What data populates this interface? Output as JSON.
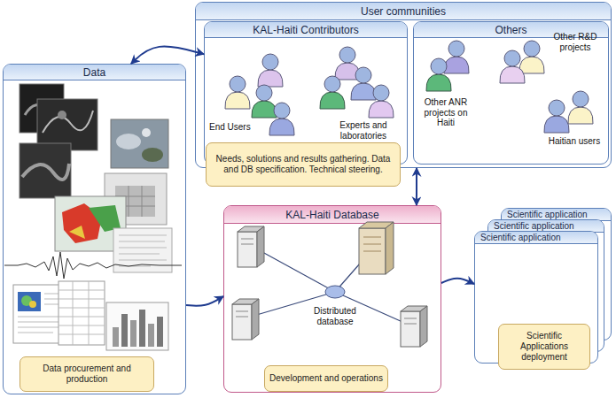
{
  "diagram": {
    "nodes": [
      {
        "text": [
          "User communities"
        ]
      },
      {
        "text": [
          "KAL-Haiti Contributors"
        ],
        "in": 0
      },
      {
        "text": [
          "Needs, solutions and results gathering. Data and DB specification. Technical steering."
        ],
        "in": 1
      },
      {
        "text": [
          "Others"
        ],
        "in": 0
      },
      {
        "text": [
          "Data"
        ]
      },
      {
        "text": [
          "Data procurement and production"
        ],
        "in": 4
      },
      {
        "text": [
          "KAL-Haiti Database"
        ]
      },
      {
        "text": [
          "Development and operations"
        ],
        "in": 6
      },
      {
        "text": [
          "Scientific application"
        ]
      },
      {
        "text": [
          "Scientific application"
        ]
      },
      {
        "text": [
          "Scientific application"
        ]
      },
      {
        "text": [
          "Scientific Applications deployment"
        ],
        "in": 10
      }
    ],
    "edges": [
      {
        "from": 4,
        "to": 1,
        "arrow": "both"
      },
      {
        "from": 0,
        "to": 6,
        "arrow": "both"
      },
      {
        "from": 4,
        "to": 6,
        "arrow": "to"
      },
      {
        "from": 6,
        "to": 10,
        "arrow": "to"
      }
    ],
    "labels": [
      "End Users",
      "Experts and laboratories",
      "Other R&D projects",
      "Other ANR projects on Haiti",
      "Haitian users",
      "Distributed database"
    ]
  }
}
